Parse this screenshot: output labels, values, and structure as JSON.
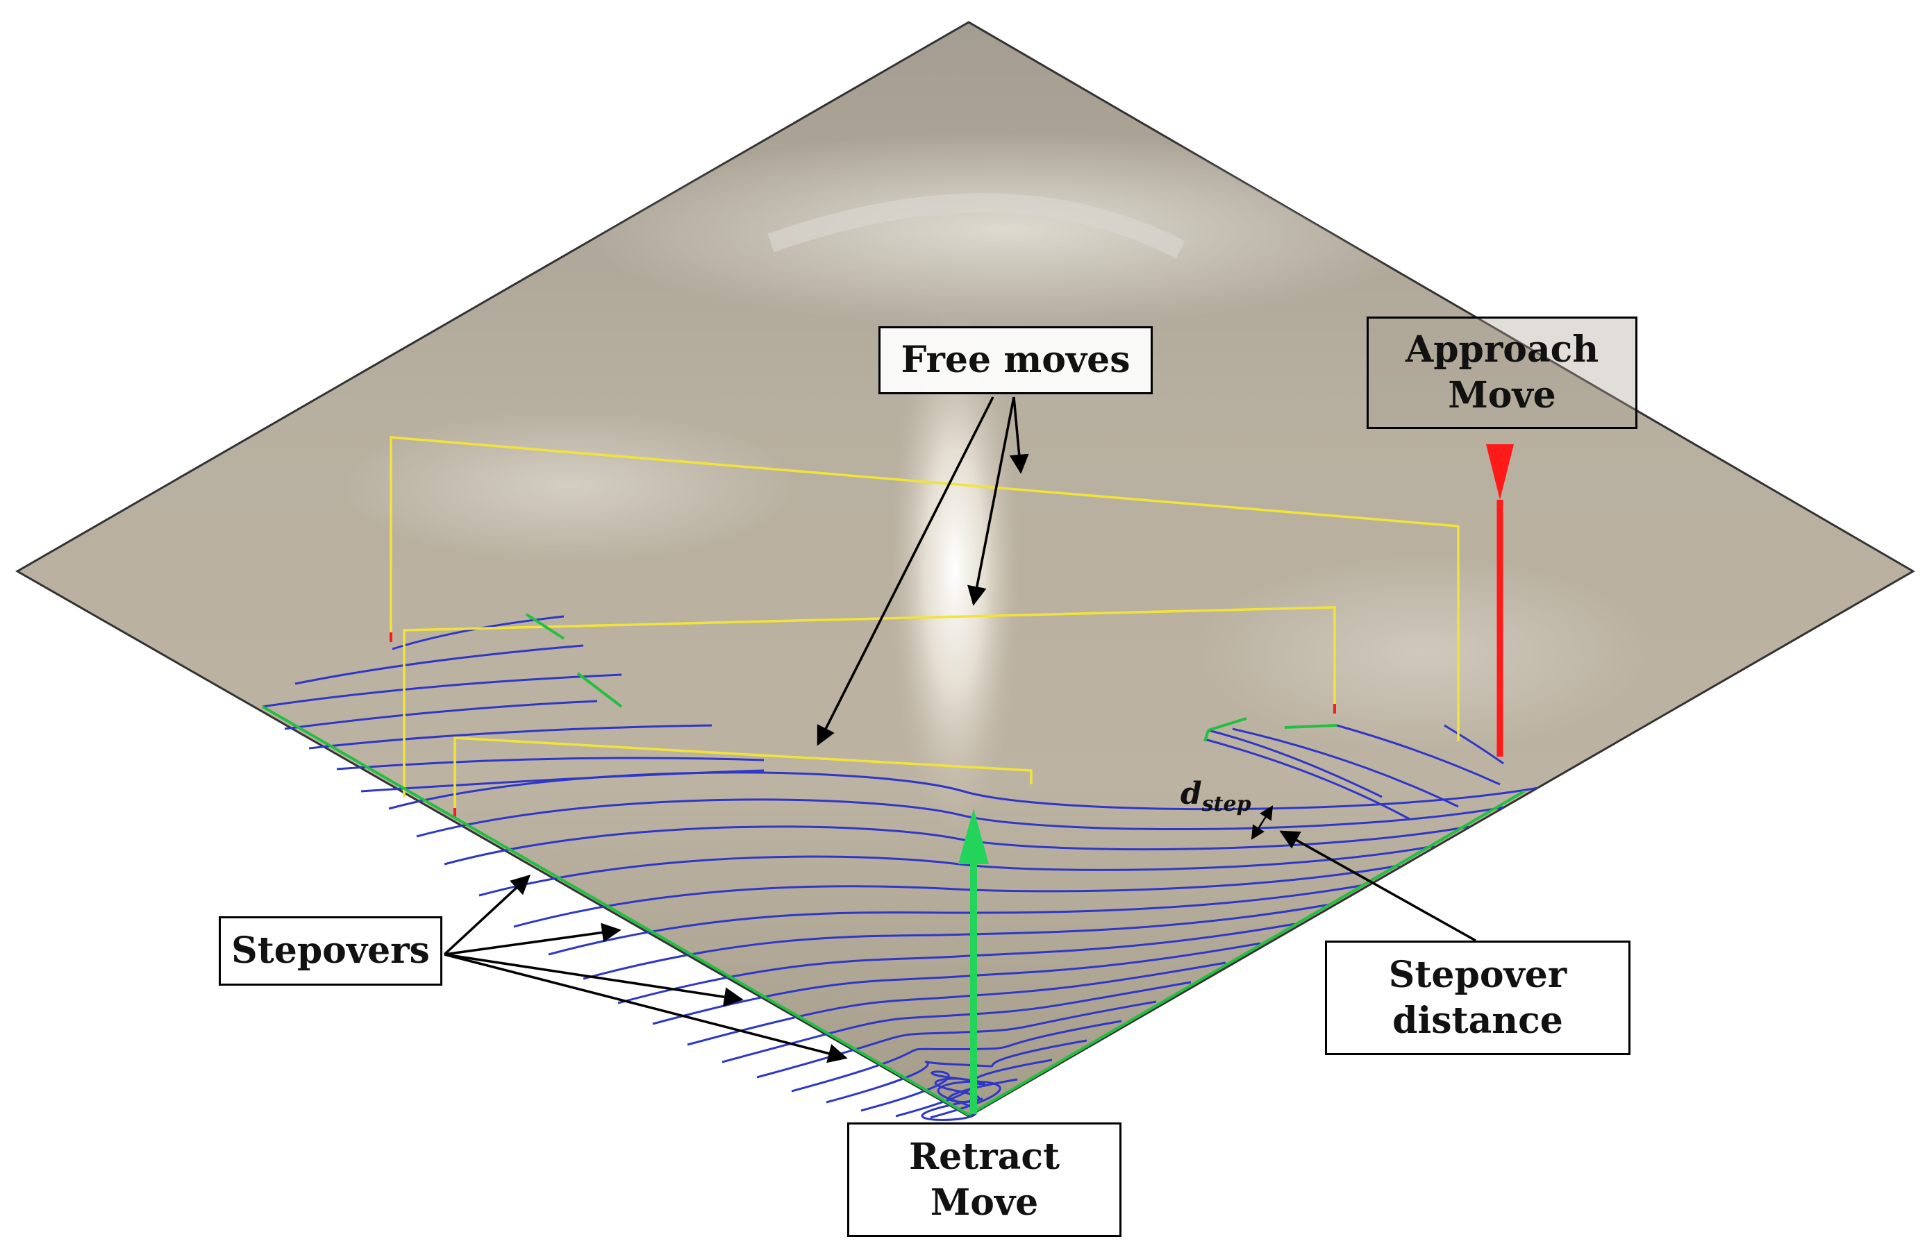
{
  "labels": {
    "free_moves": "Free moves",
    "approach_line1": "Approach",
    "approach_line2": "Move",
    "stepovers": "Stepovers",
    "stepover_distance_line1": "Stepover",
    "stepover_distance_line2": "distance",
    "retract_line1": "Retract",
    "retract_line2": "Move",
    "dstep_main": "d",
    "dstep_sub": "step"
  },
  "colors": {
    "surface": "#b3aa9c",
    "toolpath": "#2e37c8",
    "free_move": "#f2e33a",
    "approach": "#ff1a1a",
    "retract": "#22d45a",
    "stepover": "#22c040",
    "outline": "#333333"
  }
}
